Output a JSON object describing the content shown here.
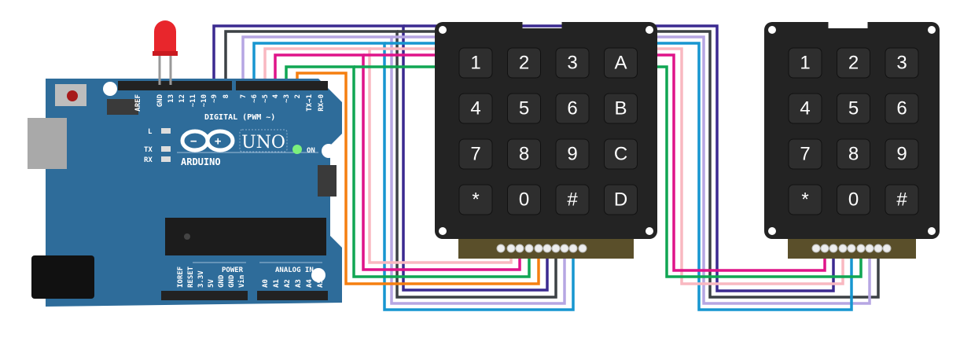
{
  "arduino": {
    "brand": "ARDUINO",
    "model": "UNO",
    "digital_label": "DIGITAL (PWM ~)",
    "on_label": "ON",
    "led_labels": [
      "L",
      "TX",
      "RX"
    ],
    "top_pins_left": [
      "AREF",
      "GND",
      "13",
      "12",
      "~11",
      "~10",
      "~9",
      "8"
    ],
    "top_pins_right": [
      "7",
      "~6",
      "~5",
      "4",
      "~3",
      "2",
      "TX→1",
      "RX←0"
    ],
    "power_label": "POWER",
    "power_pins": [
      "IOREF",
      "RESET",
      "3.3V",
      "5V",
      "GND",
      "GND",
      "Vin"
    ],
    "analog_label": "ANALOG IN",
    "analog_pins": [
      "A0",
      "A1",
      "A2",
      "A3",
      "A4",
      "A5"
    ]
  },
  "keypad_4x4": {
    "keys": [
      "1",
      "2",
      "3",
      "A",
      "4",
      "5",
      "6",
      "B",
      "7",
      "8",
      "9",
      "C",
      "*",
      "0",
      "#",
      "D"
    ]
  },
  "keypad_3x4": {
    "keys": [
      "1",
      "2",
      "3",
      "4",
      "5",
      "6",
      "7",
      "8",
      "9",
      "*",
      "0",
      "#"
    ]
  },
  "wires": [
    {
      "pin": "9",
      "color": "#3b2a90"
    },
    {
      "pin": "8",
      "color": "#3c4145"
    },
    {
      "pin": "7",
      "color": "#b6a6e3"
    },
    {
      "pin": "6",
      "color": "#1796d0"
    },
    {
      "pin": "5",
      "color": "#f9b8c1"
    },
    {
      "pin": "4",
      "color": "#df1489"
    },
    {
      "pin": "3",
      "color": "#10a653"
    },
    {
      "pin": "2",
      "color": "#f57f10"
    }
  ],
  "colors": {
    "board": "#2e6c9a",
    "led": "#e8262c",
    "keypad": "#232323"
  }
}
